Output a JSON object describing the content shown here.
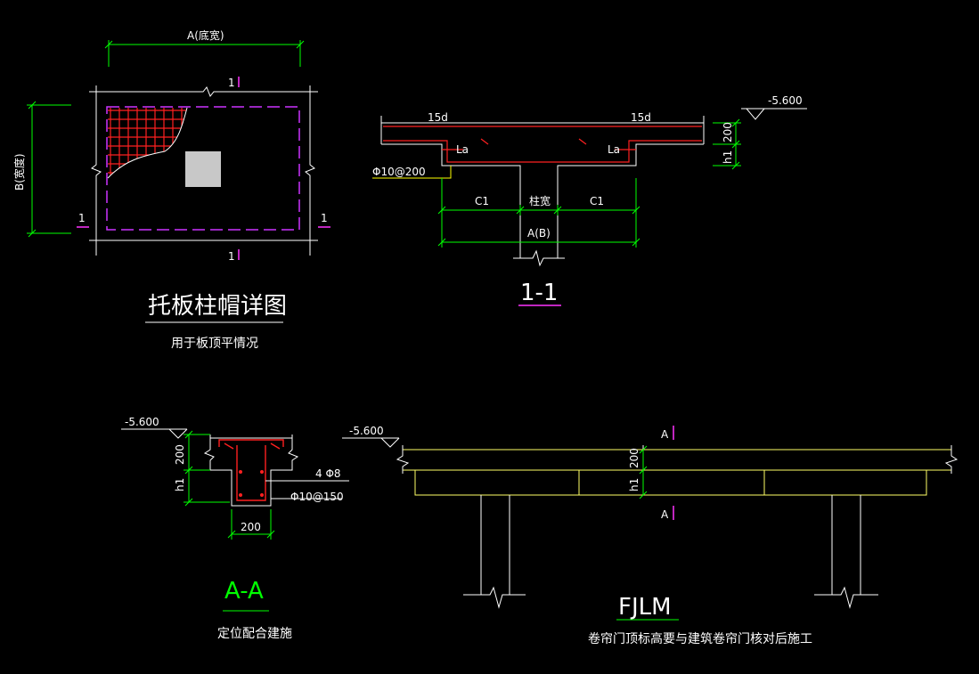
{
  "colors": {
    "background": "#000000",
    "line": "#ffffff",
    "dimension": "#00ff00",
    "rebar": "#ff2020",
    "hidden": "#cc33ff",
    "slab": "#ffff66",
    "section_mark": "#ff33ff",
    "leader": "#ffff00",
    "column_fill": "#c8c8c8"
  },
  "plan_view": {
    "dim_top": "A(底宽)",
    "dim_left": "B(宽度)",
    "section_mark_top": "1",
    "section_mark_bottom": "1",
    "section_mark_left": "1",
    "section_mark_right": "1",
    "title": "托板柱帽详图",
    "subtitle": "用于板顶平情况"
  },
  "section_1_1": {
    "label_15d_left": "15d",
    "label_15d_right": "15d",
    "label_la_left": "La",
    "label_la_right": "La",
    "rebar_note": "Φ10@200",
    "dim_c1_left": "C1",
    "dim_column": "柱宽",
    "dim_c1_right": "C1",
    "dim_total": "A(B)",
    "elevation": "-5.600",
    "dim_200": "200",
    "dim_h1": "h1",
    "title": "1-1"
  },
  "section_a_a": {
    "elevation": "-5.600",
    "dim_200_vert": "200",
    "dim_h1": "h1",
    "rebar_longitudinal": "4 Φ8",
    "rebar_stirrup": "Φ10@150",
    "dim_width": "200",
    "title": "A-A",
    "subtitle": "定位配合建施"
  },
  "elevation_fjlm": {
    "elevation": "-5.600",
    "section_mark_top": "A",
    "section_mark_bottom": "A",
    "dim_200": "200",
    "dim_h1": "h1",
    "title": "FJLM",
    "subtitle": "卷帘门顶标高要与建筑卷帘门核对后施工"
  }
}
